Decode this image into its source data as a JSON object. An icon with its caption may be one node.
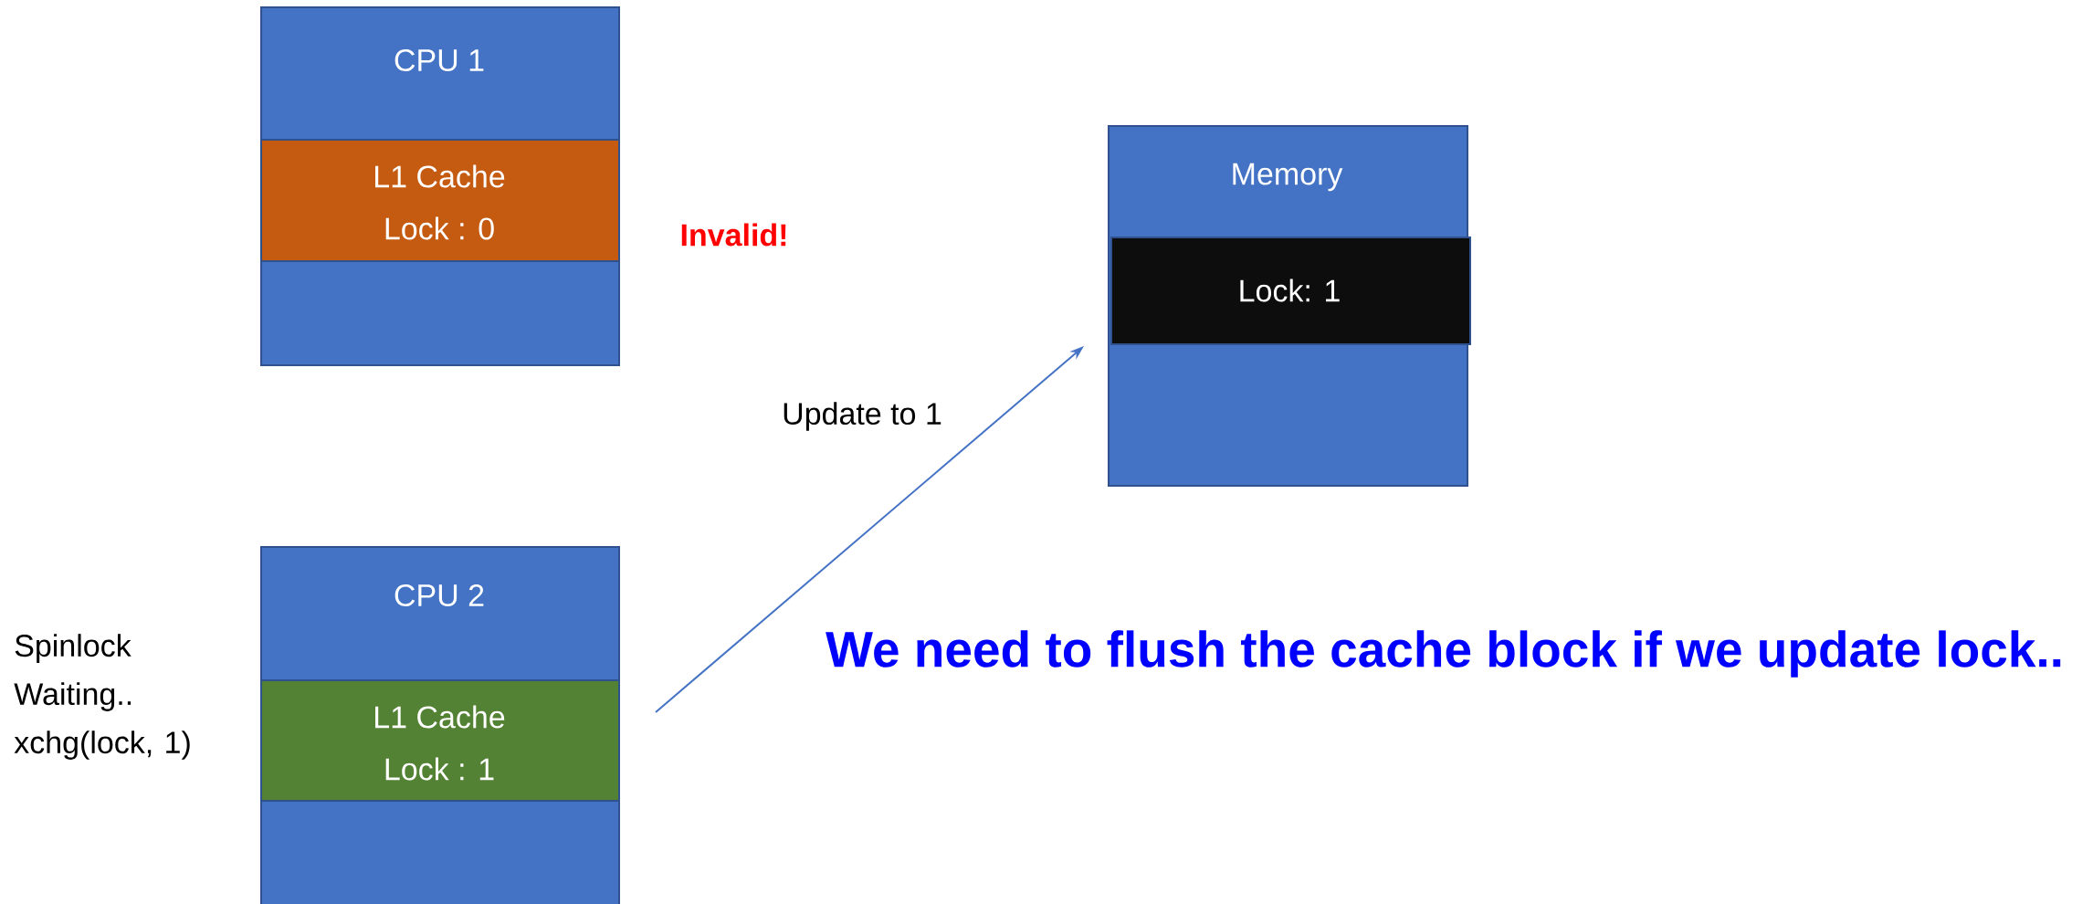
{
  "diagram": {
    "nodes": [
      {
        "text": [
          "CPU 1"
        ]
      },
      {
        "text": [
          "L1 Cache",
          "Lock : 0"
        ],
        "in": 0
      },
      {
        "text": [
          "Memory"
        ]
      },
      {
        "text": [
          "Lock: 1"
        ],
        "in": 2
      },
      {
        "text": [
          "CPU 2"
        ]
      },
      {
        "text": [
          "L1 Cache",
          "Lock : 1"
        ],
        "in": 4
      }
    ],
    "edges": [
      {
        "from": 5,
        "to": 3,
        "arrow": "to",
        "label": "Update to 1"
      }
    ],
    "labels": [
      "Invalid!",
      "Spinlock Waiting.. xchg(lock, 1)",
      "We need to flush the cache block if we update lock.."
    ]
  }
}
